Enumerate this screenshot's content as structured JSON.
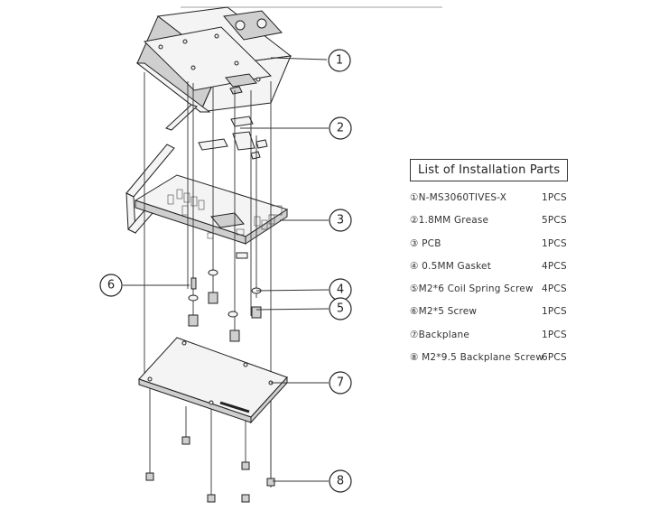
{
  "callouts": [
    "1",
    "2",
    "3",
    "4",
    "5",
    "6",
    "7",
    "8"
  ],
  "parts_list": {
    "title": "List of Installation Parts",
    "items": [
      {
        "name": "①N-MS3060TIVES-X",
        "qty": "1PCS"
      },
      {
        "name": "②1.8MM  Grease",
        "qty": "5PCS"
      },
      {
        "name": "③ PCB",
        "qty": "1PCS"
      },
      {
        "name": "④ 0.5MM  Gasket",
        "qty": "4PCS"
      },
      {
        "name": "⑤M2*6 Coil Spring Screw",
        "qty": "4PCS"
      },
      {
        "name": "⑥M2*5  Screw",
        "qty": "1PCS"
      },
      {
        "name": "⑦Backplane",
        "qty": "1PCS"
      },
      {
        "name": "⑧ M2*9.5 Backplane Screw",
        "qty": "6PCS"
      }
    ]
  }
}
